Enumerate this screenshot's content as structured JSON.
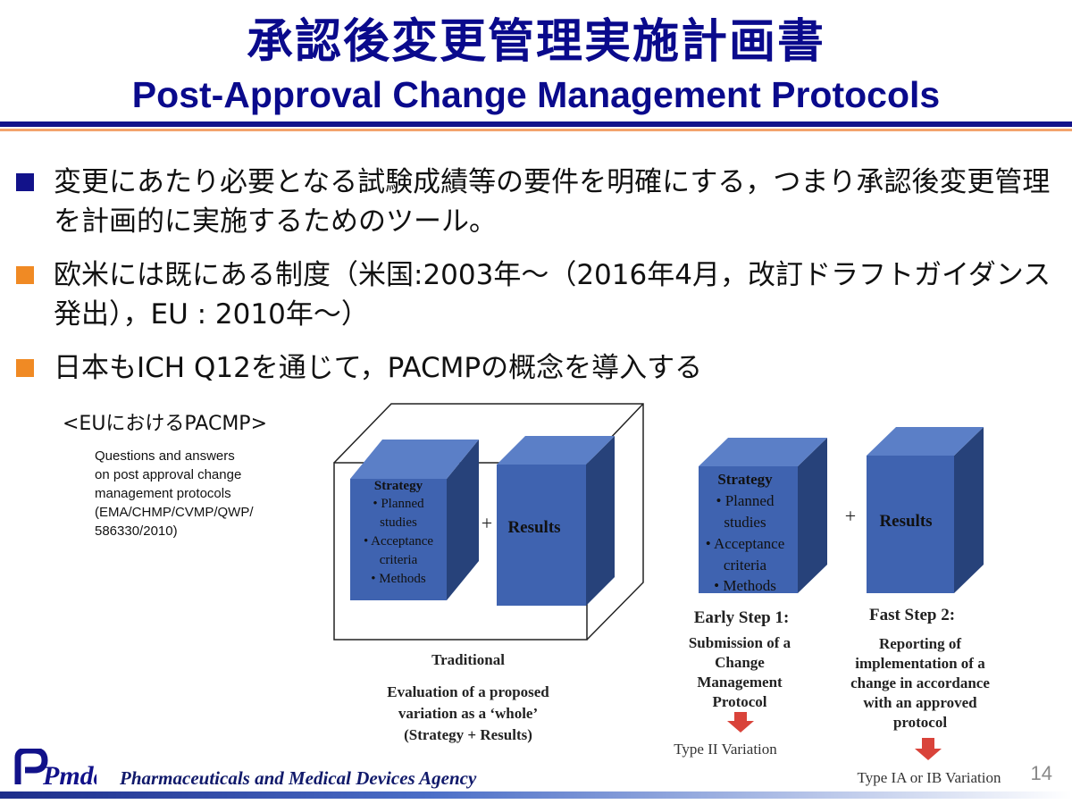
{
  "header": {
    "title_jp": "承認後変更管理実施計画書",
    "title_en": "Post-Approval Change Management Protocols"
  },
  "bullets": [
    {
      "text": "変更にあたり必要となる試験成績等の要件を明確にする，つまり承認後変更管理を計画的に実施するためのツール。",
      "marker_color": "#12128a"
    },
    {
      "text": "欧米には既にある制度（米国:2003年～（2016年4月，改訂ドラフトガイダンス発出），EU : 2010年～）",
      "marker_color": "#f08a24"
    },
    {
      "text": "日本もICH Q12を通じて，PACMPの概念を導入する",
      "marker_color": "#f08a24"
    }
  ],
  "figure": {
    "caption": "<EUにおけるPACMP>",
    "reference_lines": [
      "Questions and answers",
      "on post approval change",
      "management protocols",
      "(EMA/CHMP/CVMP/QWP/",
      "586330/2010)"
    ],
    "strategy_box": {
      "heading": "Strategy",
      "items": [
        "• Planned",
        "studies",
        "• Acceptance",
        "criteria",
        "• Methods"
      ]
    },
    "results_label": "Results",
    "plus": "+",
    "traditional": {
      "label": "Traditional",
      "desc_lines": [
        "Evaluation of  a proposed",
        "variation as a ‘whole’",
        "(Strategy + Results)"
      ]
    },
    "step1": {
      "title": "Early Step 1:",
      "desc_lines": [
        "Submission of  a",
        "Change",
        "Management",
        "Protocol"
      ],
      "outcome": "Type II Variation"
    },
    "step2": {
      "title": "Fast Step 2:",
      "desc_lines": [
        "Reporting of",
        "implementation of  a",
        "change in accordance",
        "with an approved",
        "protocol"
      ],
      "outcome": "Type IA or IB Variation"
    },
    "box_color": "#3f63b0",
    "box_side_color": "#27427a"
  },
  "footer": {
    "logo_text": "Pmda",
    "agency": "Pharmaceuticals and Medical Devices Agency",
    "page": "14"
  }
}
